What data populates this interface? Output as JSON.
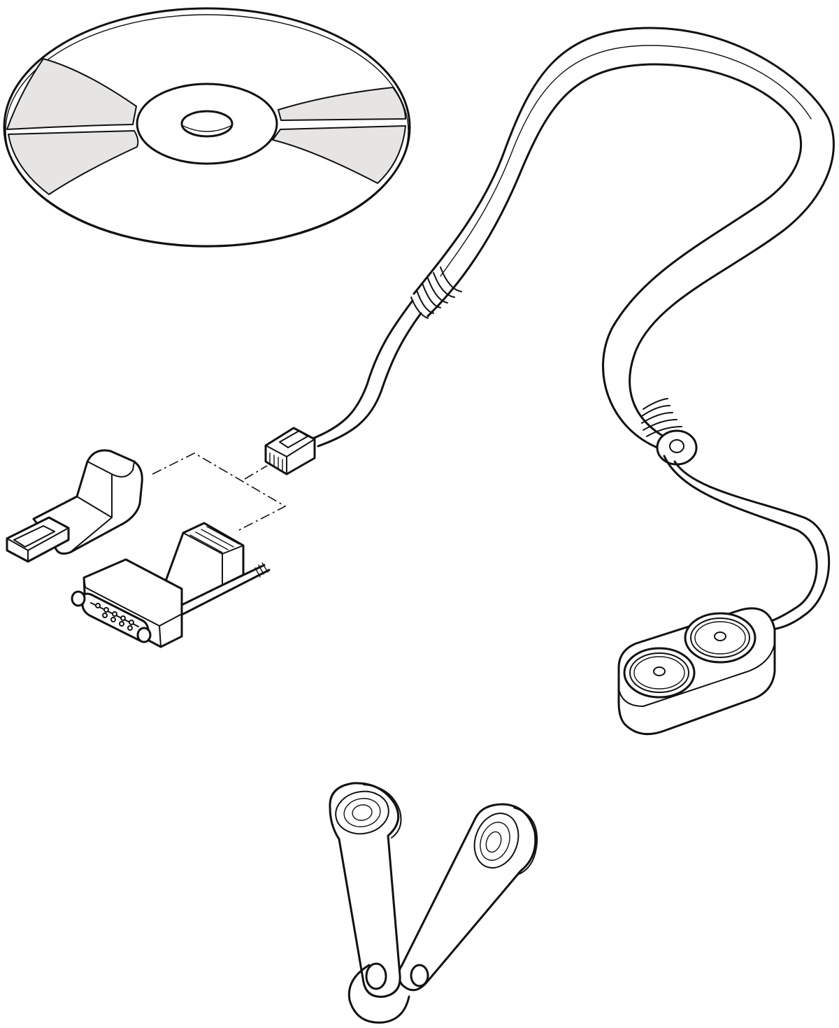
{
  "colors": {
    "ink": "#111111",
    "disc_shading": "#e7e5e3",
    "background": "#ffffff"
  },
  "components": [
    {
      "id": "software-cd",
      "icon": "cd-disc-icon"
    },
    {
      "id": "reader-cable",
      "icon": "coiled-cable-icon"
    },
    {
      "id": "rj-plug",
      "icon": "rj-connector-icon"
    },
    {
      "id": "usb-adapter",
      "icon": "usb-adapter-icon"
    },
    {
      "id": "serial-adapter",
      "icon": "db9-adapter-icon"
    },
    {
      "id": "ibutton-reader",
      "icon": "dual-ibutton-reader-icon"
    },
    {
      "id": "ibutton-keys",
      "icon": "ibutton-key-fob-icon"
    }
  ]
}
